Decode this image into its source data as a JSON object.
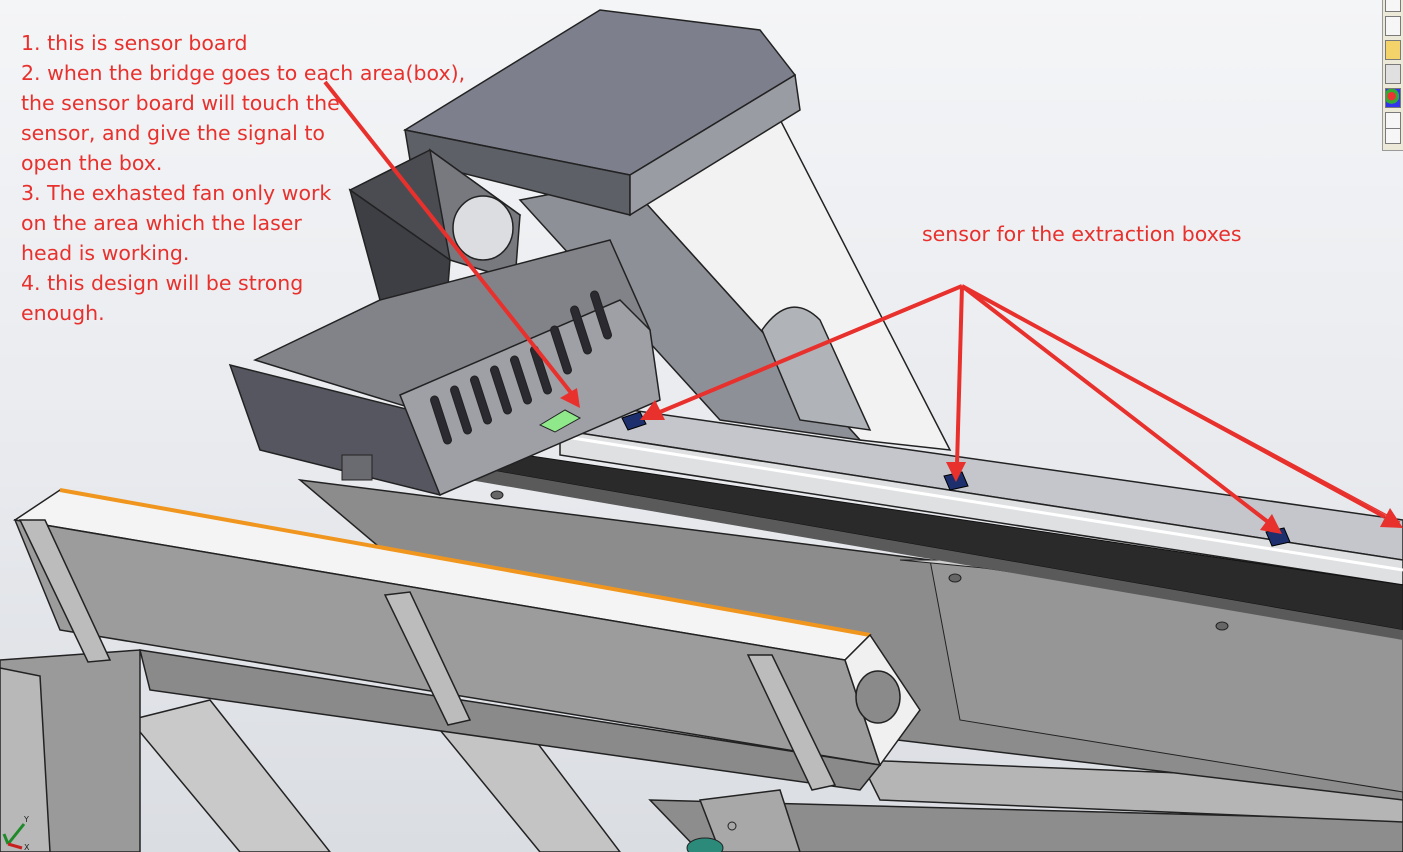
{
  "annotations": {
    "instructions": [
      "1. this is sensor board",
      "2. when the bridge goes to each area(box),",
      "the sensor board will touch the",
      "sensor, and give the signal to",
      "open the box.",
      "3. The exhasted fan only work",
      "on the area which the laser",
      "head is working.",
      "4. this design will be strong",
      "enough."
    ],
    "sensor_label": "sensor for the extraction boxes",
    "color": "#e8302c"
  },
  "task_pane": {
    "icons": [
      "solidworks-resources-icon",
      "design-library-icon",
      "file-explorer-icon",
      "view-palette-icon",
      "appearances-icon",
      "custom-properties-icon",
      "forum-icon"
    ]
  },
  "triad": {
    "axes": [
      "Y",
      "X"
    ]
  },
  "colors": {
    "annotation": "#e8302c",
    "edge_highlight": "#f0961e",
    "sensor_board": "#8fe88a",
    "sensor": "#1e2f6e"
  }
}
